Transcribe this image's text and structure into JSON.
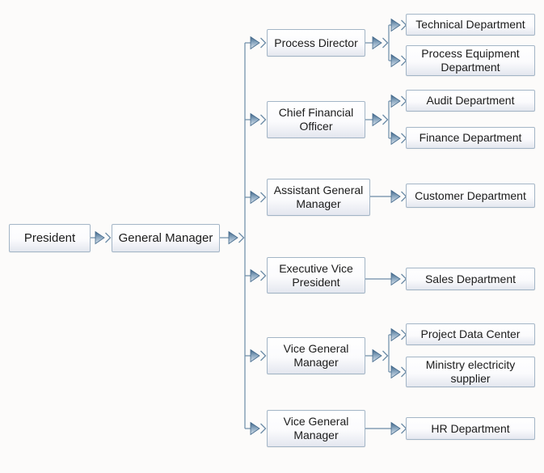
{
  "diagram": {
    "type": "org-chart",
    "root": {
      "label": "President"
    },
    "manager": {
      "label": "General Manager"
    },
    "branches": [
      {
        "label": "Process Director",
        "children": [
          {
            "label": "Technical Department"
          },
          {
            "label": "Process Equipment Department"
          }
        ]
      },
      {
        "label": "Chief Financial Officer",
        "children": [
          {
            "label": "Audit Department"
          },
          {
            "label": "Finance Department"
          }
        ]
      },
      {
        "label": "Assistant General Manager",
        "children": [
          {
            "label": "Customer Department"
          }
        ]
      },
      {
        "label": "Executive Vice President",
        "children": [
          {
            "label": "Sales Department"
          }
        ]
      },
      {
        "label": "Vice General Manager",
        "children": [
          {
            "label": "Project Data Center"
          },
          {
            "label": "Ministry electricity supplier"
          }
        ]
      },
      {
        "label": "Vice General Manager",
        "children": [
          {
            "label": "HR Department"
          }
        ]
      }
    ],
    "colors": {
      "background": "#fcfbfa",
      "node_border": "#a3b5c6",
      "node_fill_top": "#ffffff",
      "node_fill_bottom": "#e4e7ef",
      "connector": "#6b8ba6",
      "arrowhead_dark": "#41678a",
      "arrowhead_light": "#d8e2eb",
      "text": "#1b1b1b"
    }
  }
}
